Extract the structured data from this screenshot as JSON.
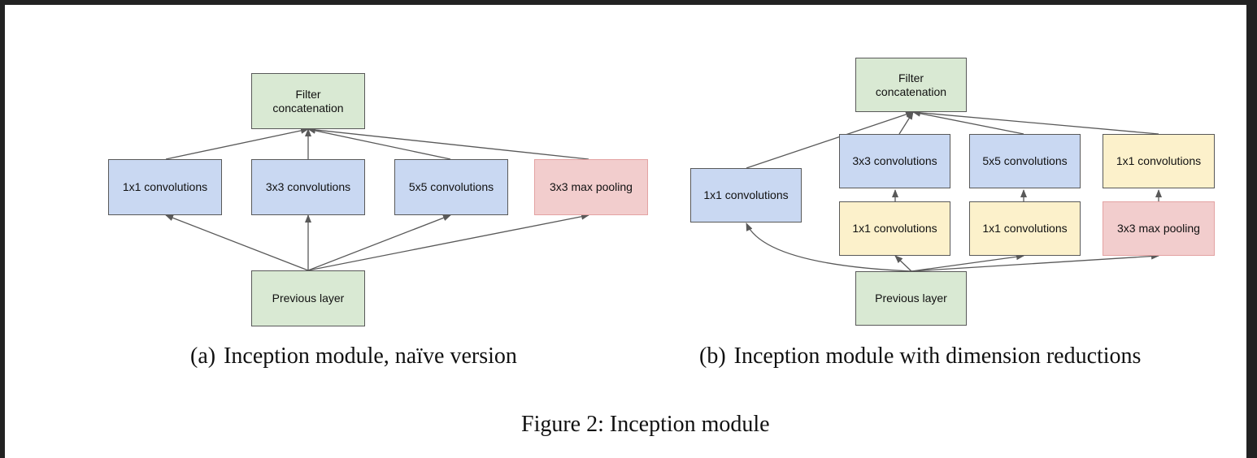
{
  "diagrams": {
    "a": {
      "caption_label": "(a)",
      "caption_text": "Inception module, naïve version",
      "filter_concat": [
        "Filter",
        "concatenation"
      ],
      "branches": [
        "1x1 convolutions",
        "3x3 convolutions",
        "5x5 convolutions",
        "3x3 max pooling"
      ],
      "previous_layer": "Previous layer"
    },
    "b": {
      "caption_label": "(b)",
      "caption_text": "Inception module with dimension reductions",
      "filter_concat": [
        "Filter",
        "concatenation"
      ],
      "direct_branch": "1x1 convolutions",
      "upper_row": [
        "3x3 convolutions",
        "5x5 convolutions",
        "1x1 convolutions"
      ],
      "lower_row": [
        "1x1 convolutions",
        "1x1 convolutions",
        "3x3 max pooling"
      ],
      "previous_layer": "Previous layer"
    }
  },
  "figure_caption": "Figure 2: Inception module",
  "colors": {
    "concat_and_input": "#d9e9d3",
    "convolution": "#c9d8f2",
    "reduction": "#fcf1cb",
    "pooling": "#f2cdcd",
    "arrow": "#595959"
  }
}
